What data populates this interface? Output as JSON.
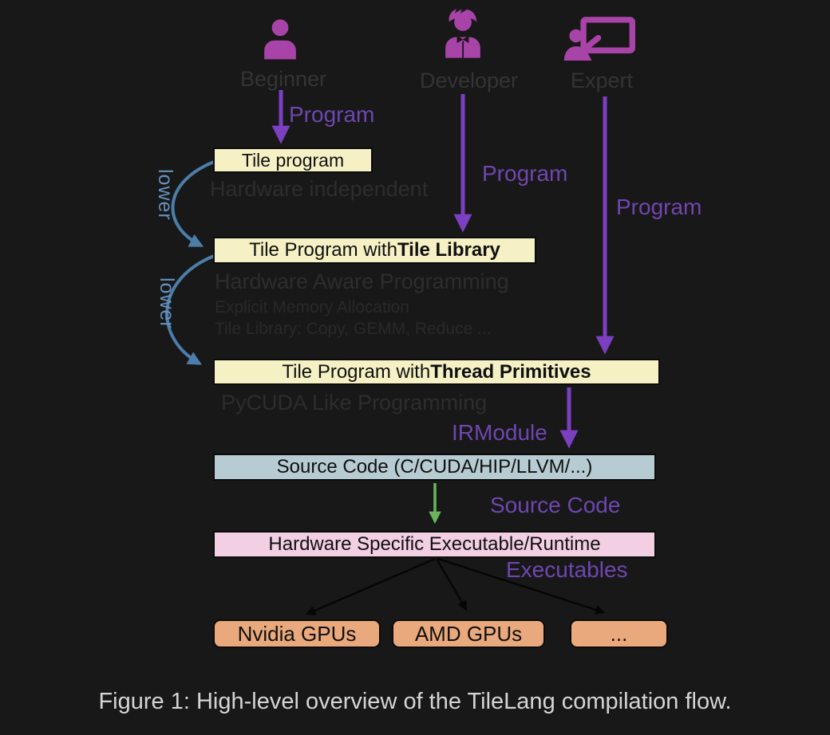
{
  "personas": [
    {
      "label": "Beginner",
      "icon": "beginner-person-icon"
    },
    {
      "label": "Developer",
      "icon": "developer-person-icon"
    },
    {
      "label": "Expert",
      "icon": "expert-presenter-icon"
    }
  ],
  "edge_labels": {
    "program_beginner": "Program",
    "program_developer": "Program",
    "program_expert": "Program",
    "lower_1": "lower",
    "lower_2": "lower",
    "irmodule": "IRModule",
    "source_code": "Source Code",
    "executables": "Executables"
  },
  "boxes": {
    "tile_program": {
      "text": "Tile program"
    },
    "tile_library": {
      "prefix": "Tile Program with ",
      "bold": "Tile Library"
    },
    "thread_primitives": {
      "prefix": "Tile Program with ",
      "bold": "Thread Primitives"
    },
    "source_code": {
      "text": "Source Code (C/CUDA/HIP/LLVM/...)"
    },
    "executable": {
      "text": "Hardware Specific Executable/Runtime"
    },
    "targets": [
      "Nvidia GPUs",
      "AMD GPUs",
      "..."
    ]
  },
  "annotations": {
    "hardware_independent": "Hardware independent",
    "hardware_aware": "Hardware Aware Programming",
    "explicit_memory": "Explicit Memory Allocation",
    "tile_library_ops": "Tile Library: Copy, GEMM, Reduce ...",
    "pycuda": "PyCUDA Like Programming"
  },
  "caption": "Figure 1: High-level overview of the TileLang compilation flow.",
  "colors": {
    "background": "#181818",
    "arrow_purple": "#7b3fc2",
    "label_purple": "#6f46b0",
    "icon_magenta": "#a843a8",
    "lower_text_blue": "#6590bc",
    "lower_arrow_blue": "#4b7ea8",
    "green_arrow": "#68b55c",
    "box_cream": "#f5f1c5",
    "box_bluegray": "#b7ccd2",
    "box_pink": "#f2cfe2",
    "box_orange": "#eaa97c",
    "caption_gray": "#d5d5d5"
  }
}
